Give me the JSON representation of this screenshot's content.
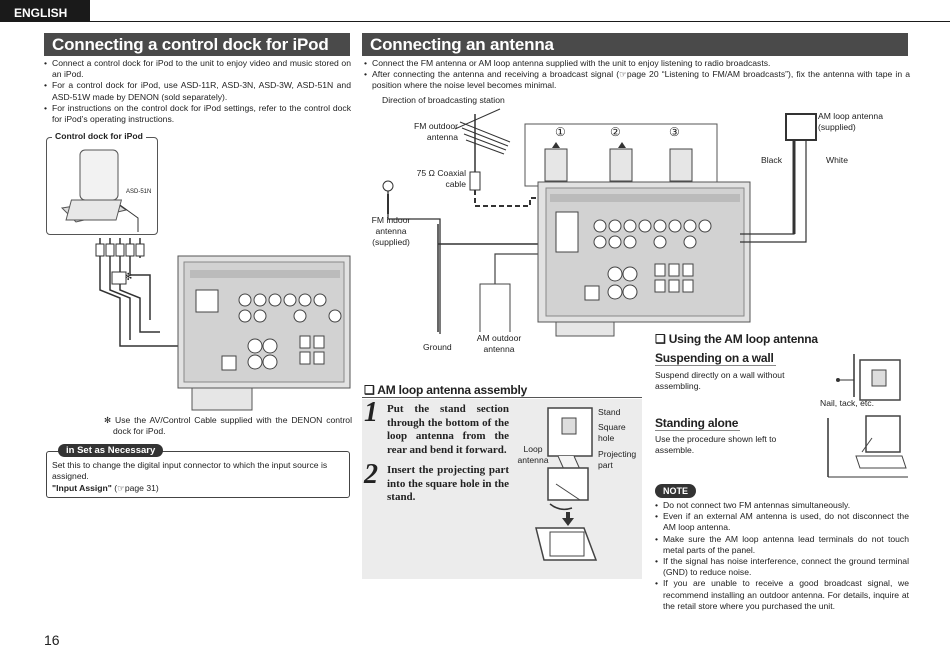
{
  "language_tab": "ENGLISH",
  "left": {
    "heading": "Connecting a control dock for iPod",
    "bullets": [
      "Connect a control dock for iPod to the unit to enjoy video and music stored on an iPod.",
      "For a control dock for iPod, use ASD-11R, ASD-3N, ASD-3W, ASD-51N and ASD-51W made by DENON (sold separately).",
      "For instructions on the control dock for iPod settings, refer to the control dock for iPod’s operating instructions."
    ],
    "diagram_title": "Control dock for iPod",
    "dock_model": "ASD-51N",
    "asterisk": "✻",
    "footnote": "✻ Use the AV/Control Cable supplied with the DENON control dock for iPod.",
    "set_box": {
      "tab": "in Set as Necessary",
      "text": "Set this to change the digital input connector to which the input source is assigned.",
      "link_bold": "\"Input Assign\"",
      "link_ref": "(☞page 31)"
    }
  },
  "right": {
    "heading": "Connecting an antenna",
    "bullets": [
      "Connect the FM antenna or AM loop antenna supplied with the unit to enjoy listening to radio broadcasts.",
      "After connecting the antenna and receiving a broadcast signal (☞page 20 “Listening to FM/AM broadcasts”), fix the antenna with tape in a position where the noise level becomes minimal."
    ],
    "diagram_labels": {
      "direction": "Direction of broadcasting station",
      "fm_outdoor": "FM outdoor antenna",
      "coax": "75 Ω Coaxial cable",
      "fm_indoor": "FM indoor antenna (supplied)",
      "ground": "Ground",
      "am_outdoor": "AM outdoor antenna",
      "am_loop": "AM loop antenna (supplied)",
      "black": "Black",
      "white": "White",
      "step1": "①",
      "step2": "②",
      "step3": "③"
    },
    "assembly": {
      "title": "❑ AM loop antenna assembly",
      "steps": [
        {
          "num": "1",
          "text": "Put the stand section through the bottom of the loop antenna from the rear and bend it forward."
        },
        {
          "num": "2",
          "text": "Insert the projecting part into the square hole in the stand."
        }
      ],
      "labels": {
        "stand": "Stand",
        "square_hole": "Square hole",
        "loop_antenna": "Loop antenna",
        "projecting_part": "Projecting part"
      }
    },
    "using": {
      "title": "❑ Using the AM loop antenna",
      "wall_title": "Suspending on a wall",
      "wall_text": "Suspend directly on a wall without assembling.",
      "nail_label": "Nail, tack, etc.",
      "standing_title": "Standing alone",
      "standing_text": "Use the procedure shown left to assemble."
    },
    "note": {
      "badge": "NOTE",
      "items": [
        "Do not connect two FM antennas simultaneously.",
        "Even if an external AM antenna is used, do not disconnect the AM loop antenna.",
        "Make sure the AM loop antenna lead terminals do not touch metal parts of the panel.",
        "If the signal has noise interference, connect the ground terminal (GND) to reduce noise.",
        "If you are unable to receive a good broadcast signal, we recommend installing an outdoor antenna. For details, inquire at the retail store where you purchased the unit."
      ]
    }
  },
  "page_number": "16"
}
